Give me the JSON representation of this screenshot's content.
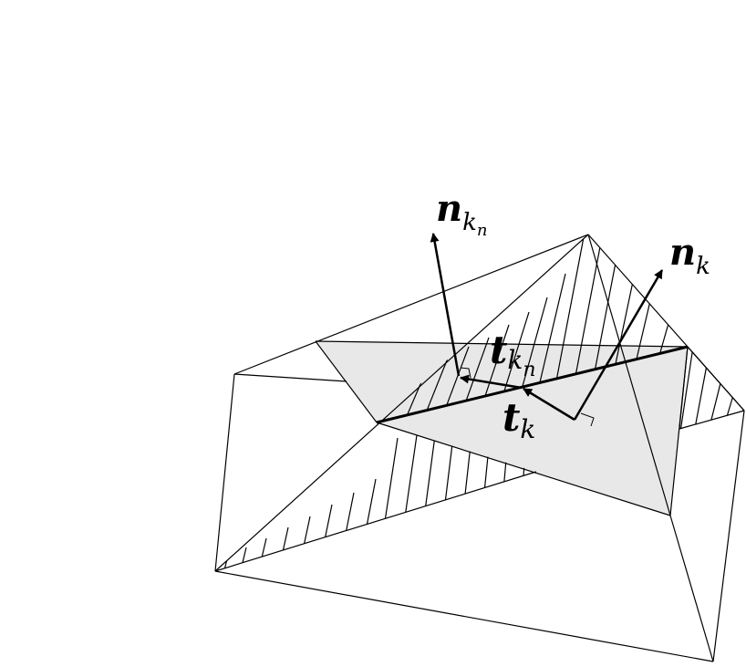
{
  "labels": {
    "n_kn": {
      "base": "n",
      "sub": "k",
      "subsub": "n"
    },
    "n_k": {
      "base": "n",
      "sub": "k"
    },
    "t_kn": {
      "base": "t",
      "sub": "k",
      "subsub": "n"
    },
    "t_k": {
      "base": "t",
      "sub": "k"
    }
  },
  "colors": {
    "stroke": "#000000",
    "facet_fill": "#e8e8e8",
    "background": "#ffffff"
  }
}
